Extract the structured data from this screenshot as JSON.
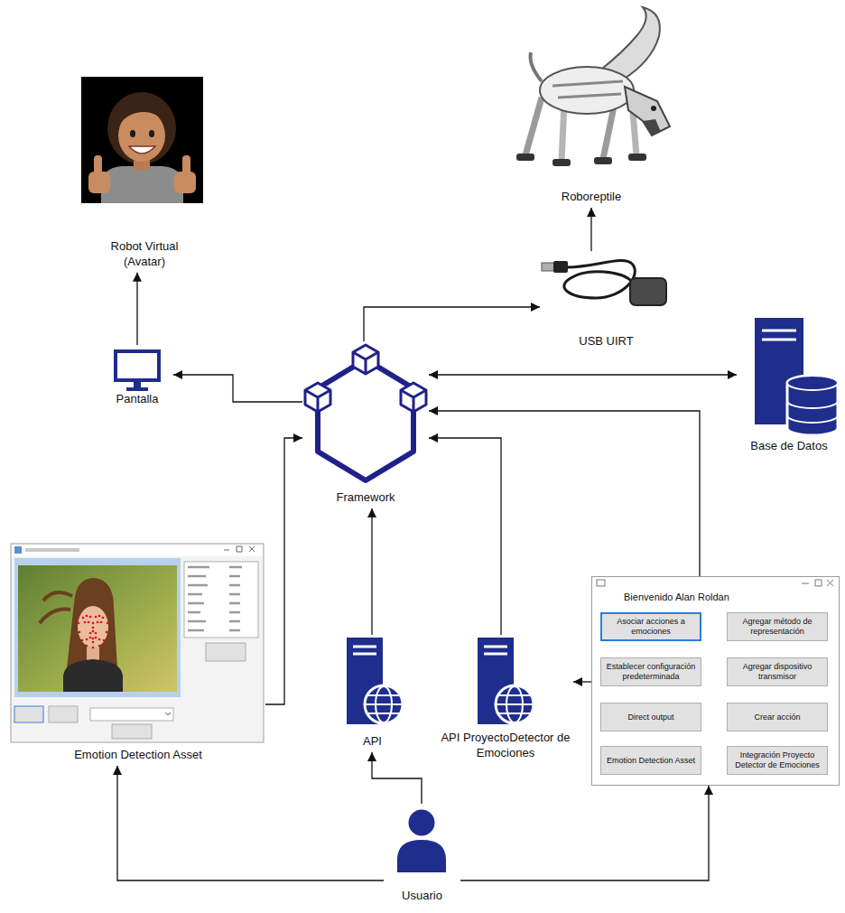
{
  "diagram": {
    "nodes": [
      {
        "text": [
          "Robot Virtual (Avatar)"
        ]
      },
      {
        "text": [
          "Roboreptile"
        ]
      },
      {
        "text": [
          "USB UIRT"
        ]
      },
      {
        "text": [
          "Pantalla"
        ]
      },
      {
        "text": [
          "Framework"
        ]
      },
      {
        "text": [
          "Base de Datos"
        ]
      },
      {
        "text": [
          "Emotion Detection Asset"
        ]
      },
      {
        "text": [
          "API"
        ]
      },
      {
        "text": [
          "API ProyectoDetector de Emociones"
        ]
      },
      {
        "text": [
          "Bienvenido Alan Roldan"
        ]
      },
      {
        "text": [
          "Asociar acciones a emociones"
        ],
        "in": 9
      },
      {
        "text": [
          "Agregar método de representación"
        ],
        "in": 9
      },
      {
        "text": [
          "Establecer configuración predeterminada"
        ],
        "in": 9
      },
      {
        "text": [
          "Agregar dispositivo transmisor"
        ],
        "in": 9
      },
      {
        "text": [
          "Direct output"
        ],
        "in": 9
      },
      {
        "text": [
          "Crear acción"
        ],
        "in": 9
      },
      {
        "text": [
          "Emotion Detection Asset"
        ],
        "in": 9
      },
      {
        "text": [
          "Integración Proyecto Detector de Emociones"
        ],
        "in": 9
      },
      {
        "text": [
          "Usuario"
        ]
      }
    ],
    "edges": [
      {
        "from": 4,
        "to": 3,
        "arrow": "to"
      },
      {
        "from": 3,
        "to": 0,
        "arrow": "to"
      },
      {
        "from": 4,
        "to": 2,
        "arrow": "to"
      },
      {
        "from": 2,
        "to": 1,
        "arrow": "to"
      },
      {
        "from": 4,
        "to": 5,
        "arrow": "both"
      },
      {
        "from": 9,
        "to": 4,
        "arrow": "to"
      },
      {
        "from": 8,
        "to": 4,
        "arrow": "to"
      },
      {
        "from": 7,
        "to": 4,
        "arrow": "to"
      },
      {
        "from": 6,
        "to": 4,
        "arrow": "to"
      },
      {
        "from": 9,
        "to": 8,
        "arrow": "to"
      },
      {
        "from": 18,
        "to": 7,
        "arrow": "to"
      },
      {
        "from": 18,
        "to": 6,
        "arrow": "to"
      },
      {
        "from": 18,
        "to": 9,
        "arrow": "to"
      }
    ]
  }
}
